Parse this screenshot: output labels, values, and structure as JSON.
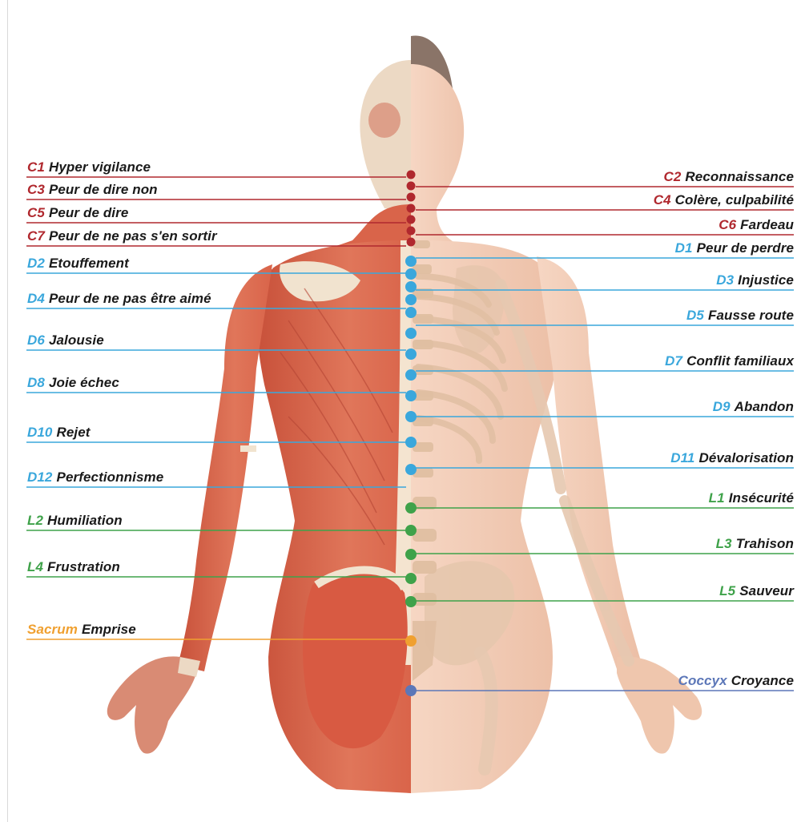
{
  "colors": {
    "cervical": "#b0282e",
    "dorsal": "#3aa7dc",
    "lumbar": "#3fa24a",
    "sacrum": "#f0a030",
    "coccyx": "#5c77b8",
    "text": "#1a1a1a",
    "muscle": "#d9644a",
    "skin": "#f2c7b0",
    "bone": "#e8cdb5"
  },
  "vertebrae": [
    {
      "code": "C1",
      "text": "Hyper vigilance",
      "group": "cervical",
      "side": "left"
    },
    {
      "code": "C2",
      "text": "Reconnaissance",
      "group": "cervical",
      "side": "right"
    },
    {
      "code": "C3",
      "text": "Peur de dire non",
      "group": "cervical",
      "side": "left"
    },
    {
      "code": "C4",
      "text": "Colère, culpabilité",
      "group": "cervical",
      "side": "right"
    },
    {
      "code": "C5",
      "text": "Peur de dire",
      "group": "cervical",
      "side": "left"
    },
    {
      "code": "C6",
      "text": "Fardeau",
      "group": "cervical",
      "side": "right"
    },
    {
      "code": "C7",
      "text": "Peur de ne pas s'en sortir",
      "group": "cervical",
      "side": "left"
    },
    {
      "code": "D1",
      "text": "Peur de perdre",
      "group": "dorsal",
      "side": "right"
    },
    {
      "code": "D2",
      "text": "Etouffement",
      "group": "dorsal",
      "side": "left"
    },
    {
      "code": "D3",
      "text": "Injustice",
      "group": "dorsal",
      "side": "right"
    },
    {
      "code": "D4",
      "text": "Peur de ne pas être aimé",
      "group": "dorsal",
      "side": "left"
    },
    {
      "code": "D5",
      "text": "Fausse route",
      "group": "dorsal",
      "side": "right"
    },
    {
      "code": "D6",
      "text": "Jalousie",
      "group": "dorsal",
      "side": "left"
    },
    {
      "code": "D7",
      "text": "Conflit familiaux",
      "group": "dorsal",
      "side": "right"
    },
    {
      "code": "D8",
      "text": "Joie échec",
      "group": "dorsal",
      "side": "left"
    },
    {
      "code": "D9",
      "text": "Abandon",
      "group": "dorsal",
      "side": "right"
    },
    {
      "code": "D10",
      "text": "Rejet",
      "group": "dorsal",
      "side": "left"
    },
    {
      "code": "D11",
      "text": "Dévalorisation",
      "group": "dorsal",
      "side": "right"
    },
    {
      "code": "D12",
      "text": "Perfectionnisme",
      "group": "dorsal",
      "side": "left"
    },
    {
      "code": "L1",
      "text": "Insécurité",
      "group": "lumbar",
      "side": "right"
    },
    {
      "code": "L2",
      "text": "Humiliation",
      "group": "lumbar",
      "side": "left"
    },
    {
      "code": "L3",
      "text": "Trahison",
      "group": "lumbar",
      "side": "right"
    },
    {
      "code": "L4",
      "text": "Frustration",
      "group": "lumbar",
      "side": "left"
    },
    {
      "code": "L5",
      "text": "Sauveur",
      "group": "lumbar",
      "side": "right"
    },
    {
      "code": "Sacrum",
      "text": "Emprise",
      "group": "sacrum",
      "side": "left"
    },
    {
      "code": "Coccyx",
      "text": "Croyance",
      "group": "coccyx",
      "side": "right"
    }
  ]
}
